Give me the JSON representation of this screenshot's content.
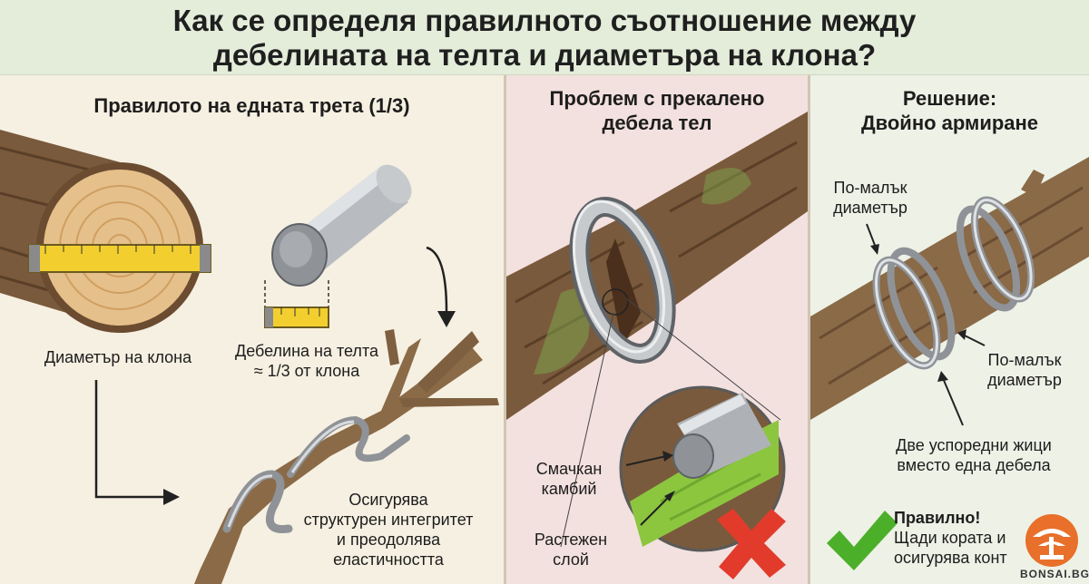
{
  "title": {
    "line1": "Как се определя правилното съотношение между",
    "line2": "дебелината на телта и диаметъра на клона?"
  },
  "panel_rule": {
    "heading": "Правилото на едната трета (1/3)",
    "branch_diameter": "Диаметър на клона",
    "wire_thickness_line1": "Дебелина на телта",
    "wire_thickness_line2": "≈ 1/3 от клона",
    "result_line1": "Осигурява",
    "result_line2": "структурен интегритет",
    "result_line3": "и преодолява",
    "result_line4": "еластичността"
  },
  "panel_problem": {
    "heading_line1": "Проблем с прекалено",
    "heading_line2": "дебела тел",
    "crushed_line1": "Смачкан",
    "crushed_line2": "камбий",
    "stretched_line1": "Растежен",
    "stretched_line2": "слой",
    "status_icon": "cross-mark-icon"
  },
  "panel_solution": {
    "heading_line1": "Решение:",
    "heading_line2": "Двойно армиране",
    "smaller_top_line1": "По-малък",
    "smaller_top_line2": "диаметър",
    "smaller_right_line1": "По-малък",
    "smaller_right_line2": "диаметър",
    "parallel_line1": "Две успоредни жици",
    "parallel_line2": "вместо една дебела",
    "correct_title": "Правилно!",
    "correct_line2": "Щади кората и",
    "correct_line3": "осигурява конт",
    "status_icon": "check-mark-icon"
  },
  "logo": {
    "text": "BONSAI.BG"
  },
  "colors": {
    "header_bg": "#e4ecda",
    "panel_rule_bg": "#f6f0e2",
    "panel_problem_bg": "#f3e1df",
    "panel_solution_bg": "#eef1e6",
    "bark": "#7a5a3c",
    "wood_ring": "#e6c08a",
    "tape": "#f2cf2e",
    "wire": "#a9adb2",
    "cambium": "#8cc63f",
    "error_red": "#e23b2c",
    "ok_green": "#4caf2a",
    "logo_orange": "#e8702a"
  }
}
